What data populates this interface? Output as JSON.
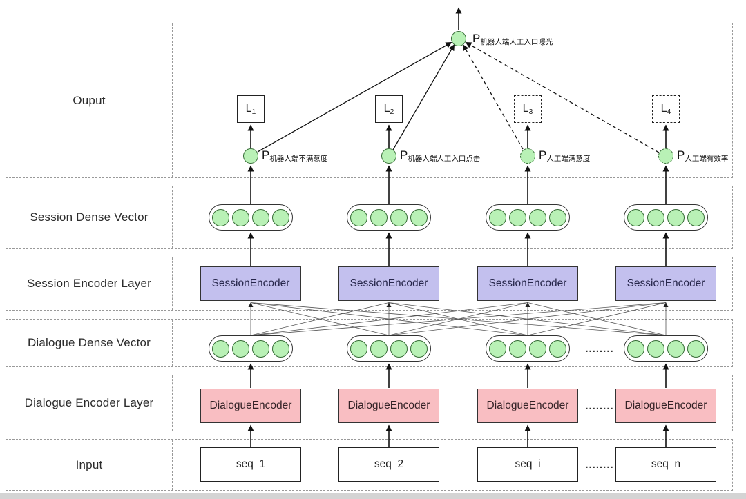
{
  "diagram": {
    "rows": [
      {
        "label": "Ouput"
      },
      {
        "label": "Session Dense Vector"
      },
      {
        "label": "Session Encoder Layer"
      },
      {
        "label": "Dialogue Dense Vector"
      },
      {
        "label": "Dialogue Encoder Layer"
      },
      {
        "label": "Input"
      }
    ],
    "output": {
      "top_node": {
        "p": "P",
        "p_sub": "机器人端人工入口曝光"
      },
      "nodes": [
        {
          "loss": "L",
          "loss_sub": "1",
          "p": "P",
          "p_sub": "机器人端不满意度",
          "style": "solid"
        },
        {
          "loss": "L",
          "loss_sub": "2",
          "p": "P",
          "p_sub": "机器人端人工入口点击",
          "style": "solid"
        },
        {
          "loss": "L",
          "loss_sub": "3",
          "p": "P",
          "p_sub": "人工端满意度",
          "style": "dashed"
        },
        {
          "loss": "L",
          "loss_sub": "4",
          "p": "P",
          "p_sub": "人工端有效率",
          "style": "dashed"
        }
      ]
    },
    "session_encoders": [
      "SessionEncoder",
      "SessionEncoder",
      "SessionEncoder",
      "SessionEncoder"
    ],
    "dialogue_encoders": [
      "DialogueEncoder",
      "DialogueEncoder",
      "DialogueEncoder",
      "DialogueEncoder"
    ],
    "inputs": [
      "seq_1",
      "seq_2",
      "seq_i",
      "seq_n"
    ],
    "ellipsis": "........",
    "colors": {
      "node_green": "#b9f1b6",
      "node_green_border": "#356b35",
      "session_encoder_purple": "#c3c0ee",
      "dialogue_encoder_pink": "#f9bec2",
      "box_border_dark": "#222222",
      "row_border_gray": "#999999"
    }
  }
}
